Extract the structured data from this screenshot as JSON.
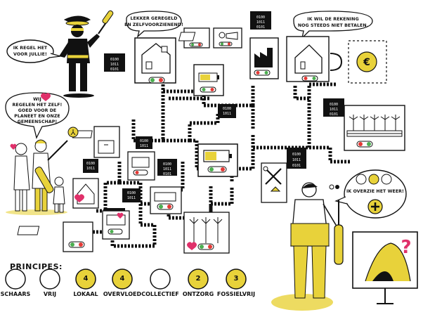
{
  "speech": {
    "regel": "IK REGEL HET VOOR JULLIE!",
    "lekker": "LEKKER GEREGELD EN ZELFVOORZIENEND!",
    "hij_wil": "IK WIL DE REKENING NOG STEEDS NIET BETALEN.",
    "planeet": "WIJ REGELEN HET ZELF! GOED VOOR DE PLANEET EN ONZE GEMEENSCHAP!",
    "overzicht": "IK OVERZIE HET WEER!"
  },
  "principles": {
    "title": "PRINCIPES:",
    "items": [
      {
        "label": "SCHAARS",
        "num": "",
        "filled": false
      },
      {
        "label": "VRIJ",
        "num": "",
        "filled": false
      },
      {
        "label": "LOKAAL",
        "num": "4",
        "filled": true
      },
      {
        "label": "OVERVLOED",
        "num": "4",
        "filled": true
      },
      {
        "label": "COLLECTIEF",
        "num": "",
        "filled": false
      },
      {
        "label": "ONTZORG",
        "num": "2",
        "filled": true
      },
      {
        "label": "FOSSIELVRIJ",
        "num": "3",
        "filled": true
      }
    ]
  },
  "colors": {
    "accent": "#e8d23a",
    "pink": "#e0306a",
    "green": "#4caf50",
    "red": "#e53935",
    "ink": "#111111"
  },
  "icons": [
    "house-icon",
    "battery-icon",
    "solar-panel-icon",
    "wind-turbine-icon",
    "euro-coin-icon",
    "factory-icon",
    "tools-icon",
    "plus-icon",
    "question-mark-icon",
    "heart-icon",
    "data-chip-icon"
  ]
}
